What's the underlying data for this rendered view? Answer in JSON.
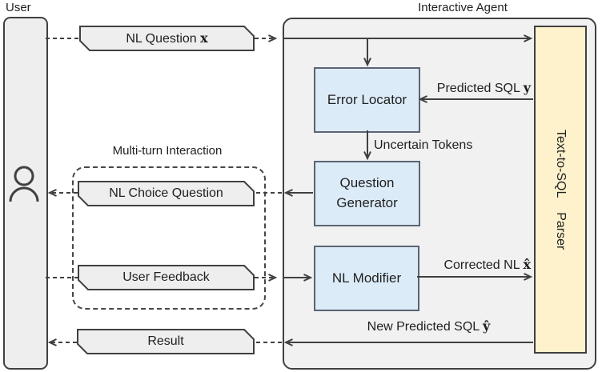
{
  "titles": {
    "user": "User",
    "agent": "Interactive Agent",
    "multi_turn": "Multi-turn Interaction"
  },
  "banners": {
    "nl_question": {
      "text": "NL Question ",
      "sym": "x"
    },
    "nl_choice_question": {
      "text": "NL Choice Question"
    },
    "user_feedback": {
      "text": "User Feedback"
    },
    "result": {
      "text": "Result"
    }
  },
  "boxes": {
    "error_locator": "Error Locator",
    "question_generator": "Question Generator",
    "nl_modifier": "NL Modifier",
    "parser": "Text-to-SQL Parser"
  },
  "edge_labels": {
    "predicted_sql": {
      "text": "Predicted SQL ",
      "sym": "y"
    },
    "uncertain_tokens": {
      "text": "Uncertain Tokens"
    },
    "corrected_nl": {
      "text": "Corrected NL ",
      "sym": "x̂"
    },
    "new_predicted_sql": {
      "text": "New Predicted SQL ",
      "sym": "ŷ"
    }
  },
  "colors": {
    "line": "#404040",
    "box_fill_gray": "#eeeeee",
    "agent_fill": "#f1f1f1",
    "module_fill": "#dcebf8",
    "module_border": "#5a6472",
    "parser_fill": "#fdf2cc"
  }
}
